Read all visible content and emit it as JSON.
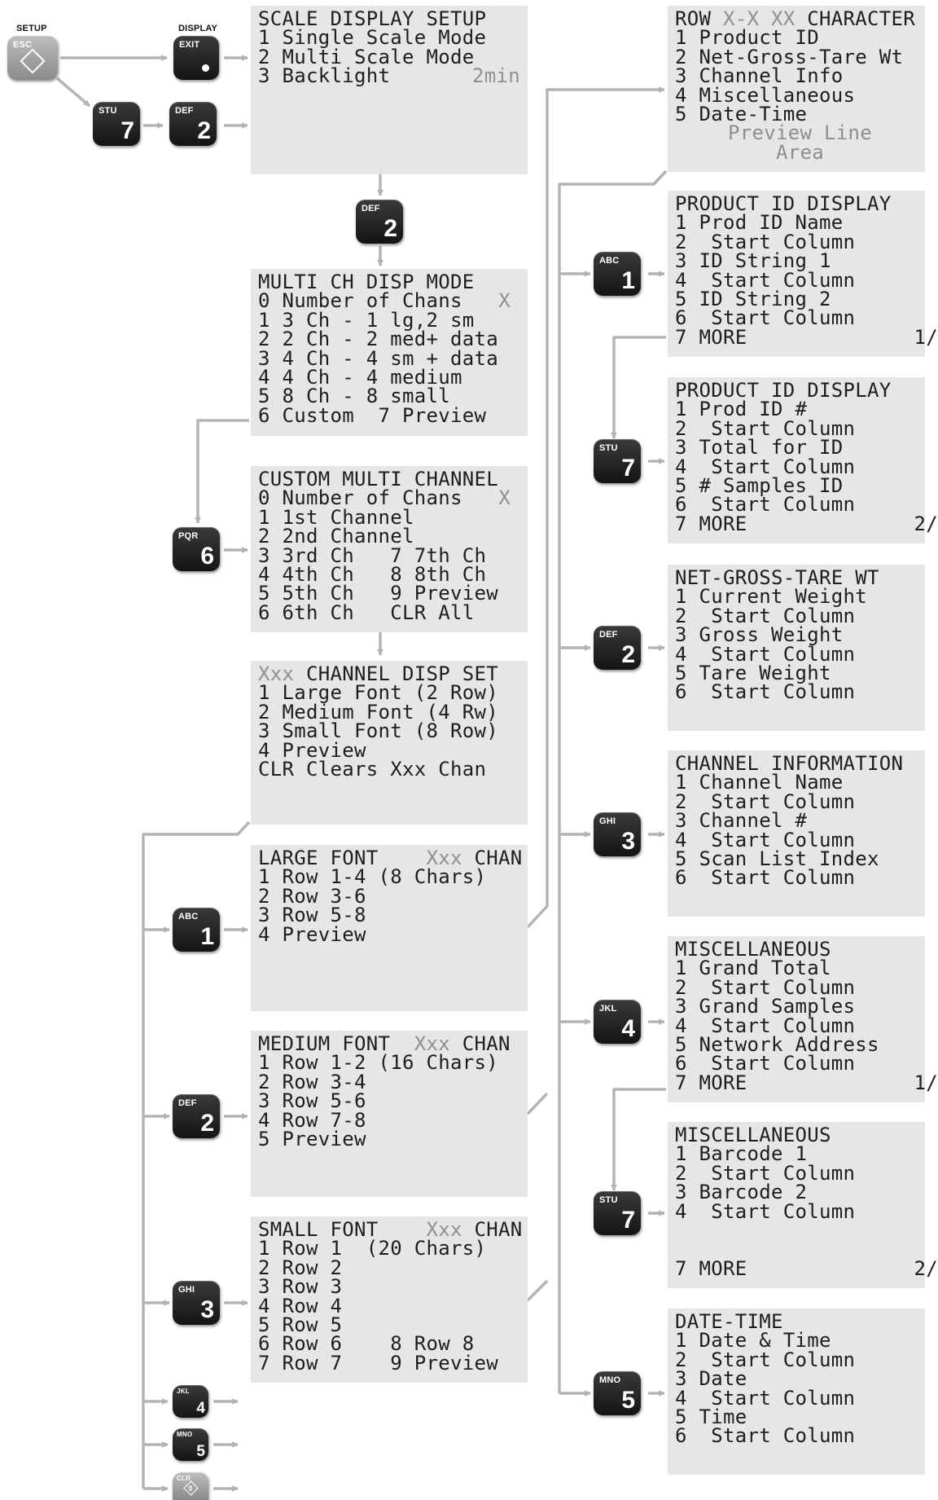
{
  "labels": {
    "setup": "SETUP",
    "display": "DISPLAY"
  },
  "keys": {
    "esc": {
      "label": "ESC",
      "glyph": ""
    },
    "exit": {
      "label": "EXIT",
      "glyph": "."
    },
    "stu_top": {
      "label": "STU",
      "glyph": "7"
    },
    "def_top": {
      "label": "DEF",
      "glyph": "2"
    },
    "def_mid": {
      "label": "DEF",
      "glyph": "2"
    },
    "pqr": {
      "label": "PQR",
      "glyph": "6"
    },
    "abc_l": {
      "label": "ABC",
      "glyph": "1"
    },
    "def_l": {
      "label": "DEF",
      "glyph": "2"
    },
    "ghi_l": {
      "label": "GHI",
      "glyph": "3"
    },
    "jkl_l": {
      "label": "JKL",
      "glyph": "4"
    },
    "mno_l": {
      "label": "MNO",
      "glyph": "5"
    },
    "clr_l": {
      "label": "CLR",
      "glyph": "0"
    },
    "abc_r": {
      "label": "ABC",
      "glyph": "1"
    },
    "stu_r1": {
      "label": "STU",
      "glyph": "7"
    },
    "def_r": {
      "label": "DEF",
      "glyph": "2"
    },
    "ghi_r": {
      "label": "GHI",
      "glyph": "3"
    },
    "jkl_r": {
      "label": "JKL",
      "glyph": "4"
    },
    "stu_r2": {
      "label": "STU",
      "glyph": "7"
    },
    "mno_r": {
      "label": "MNO",
      "glyph": "5"
    }
  },
  "panels": {
    "scale_display_setup": {
      "title": "SCALE DISPLAY SETUP",
      "items": [
        "1 Single Scale Mode",
        "2 Multi Scale Mode"
      ],
      "backlight_label": "3 Backlight",
      "backlight_value": "2min"
    },
    "multi_ch_disp_mode": {
      "title": "MULTI CH DISP MODE",
      "number_label": "0 Number of Chans",
      "number_value": "X",
      "items": [
        "1 3 Ch - 1 lg,2 sm",
        "2 2 Ch - 2 med+ data",
        "3 4 Ch - 4 sm + data",
        "4 4 Ch - 4 medium",
        "5 8 Ch - 8 small",
        "6 Custom  7 Preview"
      ]
    },
    "custom_multi_channel": {
      "title": "CUSTOM MULTI CHANNEL",
      "number_label": "0 Number of Chans",
      "number_value": "X",
      "items": [
        "1 1st Channel",
        "2 2nd Channel",
        "3 3rd Ch   7 7th Ch",
        "4 4th Ch   8 8th Ch",
        "5 5th Ch   9 Preview",
        "6 6th Ch   CLR All"
      ]
    },
    "channel_disp_set": {
      "title_prefix": "Xxx",
      "title": " CHANNEL DISP SET",
      "items": [
        "1 Large Font (2 Row)",
        "2 Medium Font (4 Rw)",
        "3 Small Font (8 Row)",
        "4 Preview",
        "CLR Clears Xxx Chan"
      ]
    },
    "large_font": {
      "title": "LARGE FONT    ",
      "title_var": "Xxx",
      "title_suffix": " CHAN",
      "items": [
        "1 Row 1-4 (8 Chars)",
        "2 Row 3-6",
        "3 Row 5-8",
        "4 Preview"
      ]
    },
    "medium_font": {
      "title": "MEDIUM FONT  ",
      "title_var": "Xxx",
      "title_suffix": " CHAN",
      "items": [
        "1 Row 1-2 (16 Chars)",
        "2 Row 3-4",
        "3 Row 5-6",
        "4 Row 7-8",
        "5 Preview"
      ]
    },
    "small_font": {
      "title": "SMALL FONT    ",
      "title_var": "Xxx",
      "title_suffix": " CHAN",
      "items": [
        "1 Row 1  (20 Chars)",
        "2 Row 2",
        "3 Row 3",
        "4 Row 4",
        "5 Row 5",
        "6 Row 6    8 Row 8",
        "7 Row 7    9 Preview"
      ]
    },
    "row_characters": {
      "title_prefix": "ROW ",
      "title_var": "X-X XX",
      "title_suffix": " CHARACTER",
      "items": [
        "1 Product ID",
        "2 Net-Gross-Tare Wt",
        "3 Channel Info",
        "4 Miscellaneous",
        "5 Date-Time"
      ],
      "preview_lines": [
        "Preview Line",
        "Area"
      ]
    },
    "product_id_display_1": {
      "title": "PRODUCT ID DISPLAY",
      "items": [
        "1 Prod ID Name",
        "2  Start Column",
        "3 ID String 1",
        "4  Start Column",
        "5 ID String 2",
        "6  Start Column"
      ],
      "more_label": "7 MORE",
      "more_page": "1/"
    },
    "product_id_display_2": {
      "title": "PRODUCT ID DISPLAY",
      "items": [
        "1 Prod ID #",
        "2  Start Column",
        "3 Total for ID",
        "4  Start Column",
        "5 # Samples ID",
        "6  Start Column"
      ],
      "more_label": "7 MORE",
      "more_page": "2/"
    },
    "net_gross_tare": {
      "title": "NET-GROSS-TARE WT",
      "items": [
        "1 Current Weight",
        "2  Start Column",
        "3 Gross Weight",
        "4  Start Column",
        "5 Tare Weight",
        "6  Start Column"
      ]
    },
    "channel_information": {
      "title": "CHANNEL INFORMATION",
      "items": [
        "1 Channel Name",
        "2  Start Column",
        "3 Channel #",
        "4  Start Column",
        "5 Scan List Index",
        "6  Start Column"
      ]
    },
    "miscellaneous_1": {
      "title": "MISCELLANEOUS",
      "items": [
        "1 Grand Total",
        "2  Start Column",
        "3 Grand Samples",
        "4  Start Column",
        "5 Network Address",
        "6  Start Column"
      ],
      "more_label": "7 MORE",
      "more_page": "1/"
    },
    "miscellaneous_2": {
      "title": "MISCELLANEOUS",
      "items": [
        "1 Barcode 1",
        "2  Start Column",
        "3 Barcode 2",
        "4  Start Column"
      ],
      "more_label": "7 MORE",
      "more_page": "2/"
    },
    "date_time": {
      "title": "DATE-TIME",
      "items": [
        "1 Date & Time",
        "2  Start Column",
        "3 Date",
        "4  Start Column",
        "5 Time",
        "6  Start Column"
      ]
    }
  }
}
